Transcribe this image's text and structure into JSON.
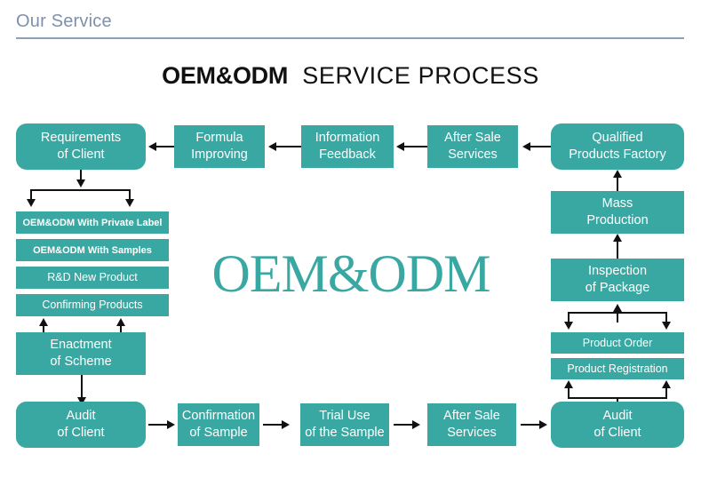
{
  "header": {
    "title": "Our Service"
  },
  "diagram": {
    "title_bold": "OEM&ODM",
    "title_regular": "SERVICE PROCESS",
    "watermark": "OEM&ODM",
    "colors": {
      "box_fill": "#3aa8a2",
      "box_text": "#ffffff",
      "connector": "#111111",
      "header_text": "#7e90ab",
      "watermark": "#3aa8a2",
      "background": "#ffffff"
    },
    "top_row": [
      {
        "line1": "Requirements",
        "line2": "of Client"
      },
      {
        "line1": "Formula",
        "line2": "Improving"
      },
      {
        "line1": "Information",
        "line2": "Feedback"
      },
      {
        "line1": "After Sale",
        "line2": "Services"
      },
      {
        "line1": "Qualified",
        "line2": "Products Factory"
      }
    ],
    "left_options": [
      {
        "label": "OEM&ODM With Private Label"
      },
      {
        "label": "OEM&ODM With Samples"
      },
      {
        "label": "R&D New Product"
      },
      {
        "label": "Confirming Products"
      }
    ],
    "left_column": [
      {
        "line1": "Enactment",
        "line2": "of Scheme"
      },
      {
        "line1": "Audit",
        "line2": "of Client"
      }
    ],
    "right_column": [
      {
        "line1": "Mass",
        "line2": "Production"
      },
      {
        "line1": "Inspection",
        "line2": "of Package"
      }
    ],
    "right_options": [
      {
        "label": "Product Order"
      },
      {
        "label": "Product Registration"
      }
    ],
    "bottom_row": [
      {
        "line1": "Audit",
        "line2": "of Client"
      },
      {
        "line1": "Confirmation",
        "line2": "of Sample"
      },
      {
        "line1": "Trial Use",
        "line2": "of the Sample"
      },
      {
        "line1": "After Sale",
        "line2": "Services"
      },
      {
        "line1": "Audit",
        "line2": "of Client"
      }
    ]
  }
}
